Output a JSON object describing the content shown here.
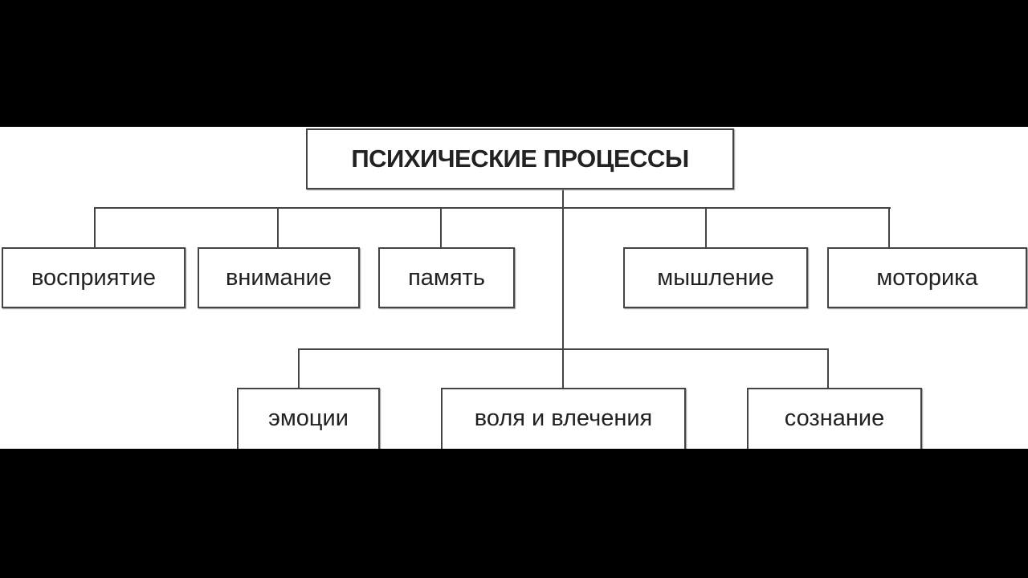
{
  "root": "ПСИХИЧЕСКИЕ ПРОЦЕССЫ",
  "top_row": [
    "восприятие",
    "внимание",
    "память",
    "мышление",
    "моторика"
  ],
  "bottom_row": [
    "эмоции",
    "воля и влечения",
    "сознание"
  ]
}
